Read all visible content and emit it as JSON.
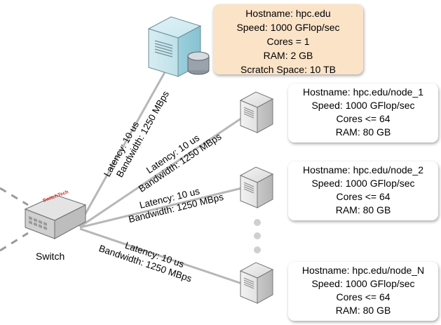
{
  "colors": {
    "head_box_bg": "#fbe3c8",
    "link_line": "#b7b7b7",
    "server_body": "#b9dfe8",
    "switch_brand": "#d0302a"
  },
  "head_node": {
    "icon": "server-with-disk-icon",
    "lines": [
      "Hostname: hpc.edu",
      "Speed: 1000 GFlop/sec",
      "Cores = 1",
      "RAM: 2 GB",
      "Scratch Space:  10 TB"
    ],
    "link": {
      "latency": "Latency: 10 us",
      "bandwidth": "Bandwidth: 1250 MBps"
    }
  },
  "compute_nodes": [
    {
      "icon": "compute-node-icon",
      "lines": [
        "Hostname: hpc.edu/node_1",
        "Speed: 1000 GFlop/sec",
        "Cores <= 64",
        "RAM: 80 GB"
      ],
      "link": {
        "latency": "Latency: 10 us",
        "bandwidth": "Bandwidth: 1250 MBps"
      }
    },
    {
      "icon": "compute-node-icon",
      "lines": [
        "Hostname: hpc.edu/node_2",
        "Speed: 1000 GFlop/sec",
        "Cores <= 64",
        "RAM: 80 GB"
      ],
      "link": {
        "latency": "Latency: 10 us",
        "bandwidth": "Bandwidth: 1250 MBps"
      }
    },
    {
      "icon": "compute-node-icon",
      "lines": [
        "Hostname: hpc.edu/node_N",
        "Speed: 1000 GFlop/sec",
        "Cores <= 64",
        "RAM: 80 GB"
      ],
      "link": {
        "latency": "Latency: 10 us",
        "bandwidth": "Bandwidth: 1250 MBps"
      }
    }
  ],
  "switch": {
    "label": "Switch",
    "icon": "network-switch-icon",
    "brand_text": "SwitchTech"
  }
}
